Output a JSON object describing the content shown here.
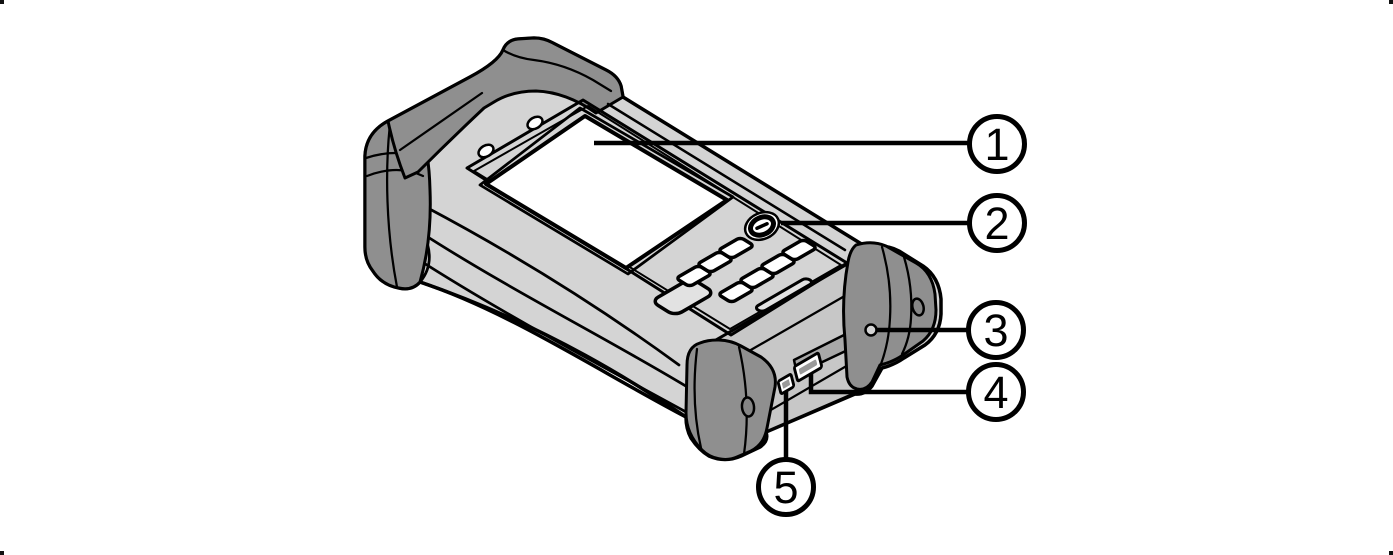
{
  "figure": {
    "background": "#ffffff",
    "outline_color": "#000000",
    "body_color": "#d4d4d4",
    "body_shade": "#c7c7c7",
    "bumper_color": "#8f8f8f",
    "channel_color": "#a8a8a8",
    "screen_color": "#ffffff",
    "callout_fill": "#ffffff"
  },
  "callouts": [
    {
      "label": "1",
      "target": "display-screen"
    },
    {
      "label": "2",
      "target": "round-power-button"
    },
    {
      "label": "3",
      "target": "small-round-hole"
    },
    {
      "label": "4",
      "target": "connector-slot"
    },
    {
      "label": "5",
      "target": "small-square-port"
    }
  ]
}
